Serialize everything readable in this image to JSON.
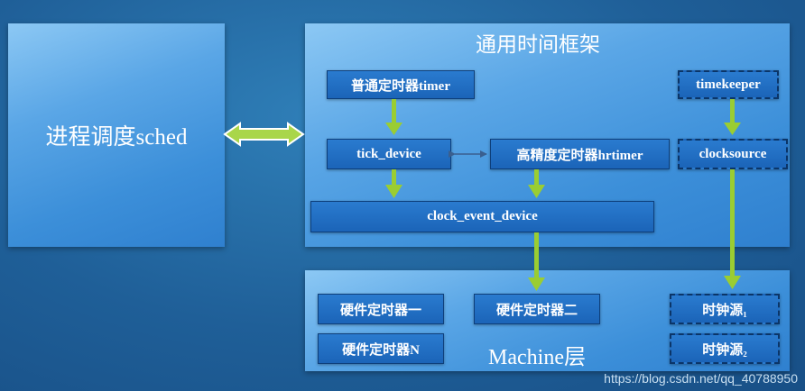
{
  "sched": {
    "label": "进程调度sched"
  },
  "framework": {
    "title": "通用时间框架",
    "timer": "普通定时器timer",
    "tick_device": "tick_device",
    "hrtimer": "高精度定时器hrtimer",
    "clock_event_device": "clock_event_device",
    "timekeeper": "timekeeper",
    "clocksource": "clocksource"
  },
  "machine": {
    "title": "Machine层",
    "hw_timer_1": "硬件定时器一",
    "hw_timer_2": "硬件定时器二",
    "hw_timer_n": "硬件定时器N",
    "clock_src_1": "时钟源₁",
    "clock_src_2": "时钟源₂"
  },
  "watermark": "https://blog.csdn.net/qq_40788950",
  "colors": {
    "arrow_green": "#9acd32",
    "box_blue": "#1f6fc3",
    "background": "#1f5f98"
  }
}
